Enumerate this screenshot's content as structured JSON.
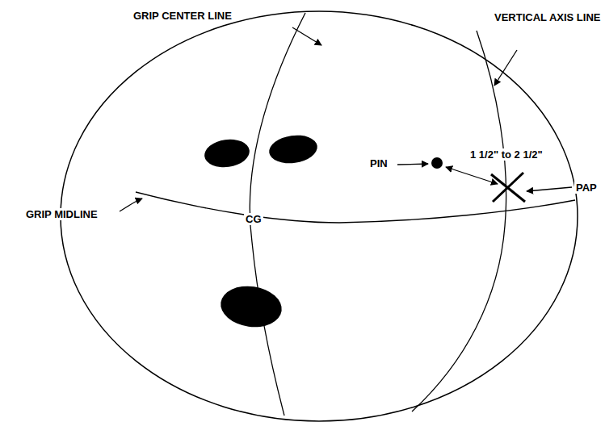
{
  "diagram": {
    "labels": [
      "GRIP CENTER LINE",
      "VERTICAL AXIS LINE",
      "PIN",
      "1 1/2\" to 2 1/2\"",
      "PAP",
      "GRIP MIDLINE",
      "CG"
    ]
  }
}
